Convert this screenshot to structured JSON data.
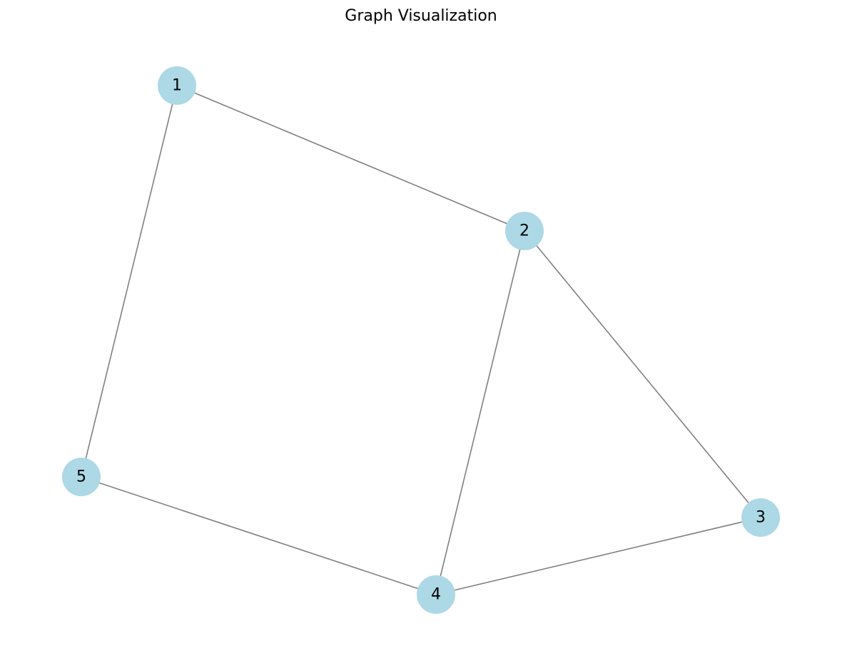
{
  "title": "Graph Visualization",
  "colors": {
    "node_fill": "#add8e6",
    "edge_stroke": "#808080",
    "label_color": "#000000"
  },
  "graph": {
    "nodes": [
      {
        "id": "1",
        "label": "1"
      },
      {
        "id": "2",
        "label": "2"
      },
      {
        "id": "3",
        "label": "3"
      },
      {
        "id": "4",
        "label": "4"
      },
      {
        "id": "5",
        "label": "5"
      }
    ],
    "edges": [
      {
        "source": "1",
        "target": "2"
      },
      {
        "source": "1",
        "target": "5"
      },
      {
        "source": "2",
        "target": "3"
      },
      {
        "source": "2",
        "target": "4"
      },
      {
        "source": "3",
        "target": "4"
      },
      {
        "source": "4",
        "target": "5"
      }
    ]
  }
}
